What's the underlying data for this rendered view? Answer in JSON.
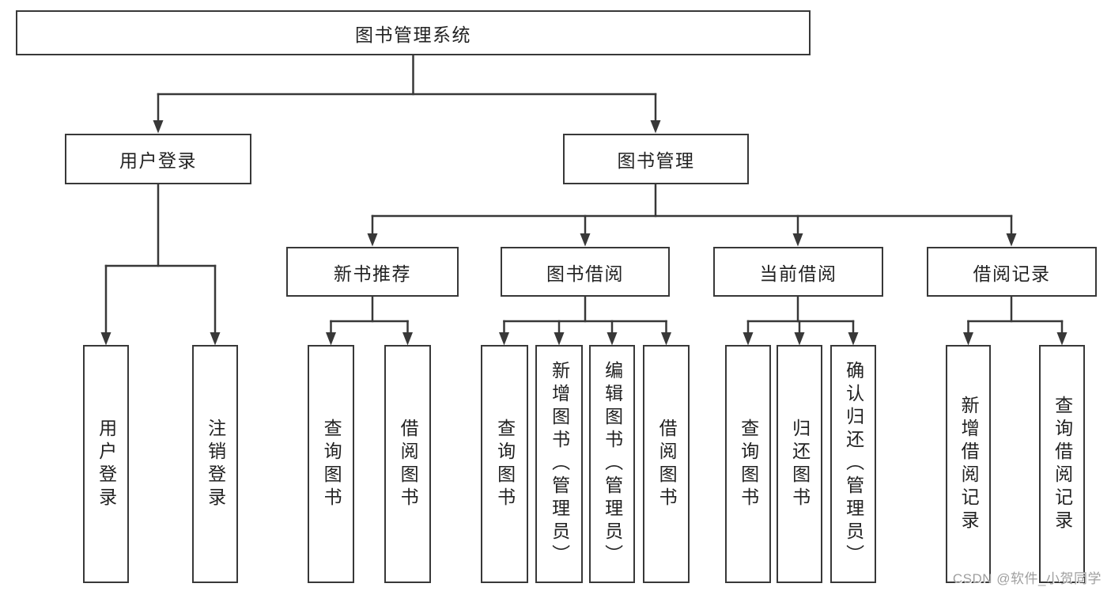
{
  "diagram": {
    "root": {
      "label": "图书管理系统"
    },
    "level2": [
      {
        "id": "user-login",
        "label": "用户登录"
      },
      {
        "id": "book-management",
        "label": "图书管理"
      }
    ],
    "level3": [
      {
        "id": "new-book-recommend",
        "label": "新书推荐"
      },
      {
        "id": "book-borrow",
        "label": "图书借阅"
      },
      {
        "id": "current-borrow",
        "label": "当前借阅"
      },
      {
        "id": "borrow-records",
        "label": "借阅记录"
      }
    ],
    "leaves": {
      "user_login": [
        "用户登录",
        "注销登录"
      ],
      "new_books": [
        "查询图书",
        "借阅图书"
      ],
      "book_borrow": [
        "查询图书",
        "新增图书（管理员）",
        "编辑图书（管理员）",
        "借阅图书"
      ],
      "current_borrow": [
        "查询图书",
        "归还图书",
        "确认归还（管理员）"
      ],
      "borrow_records": [
        "新增借阅记录",
        "查询借阅记录"
      ]
    },
    "colors": {
      "line": "#383838",
      "text": "#222222"
    }
  },
  "watermark": {
    "text": "CSDN @软件_小贺同学",
    "color": "#9f9f9f"
  }
}
